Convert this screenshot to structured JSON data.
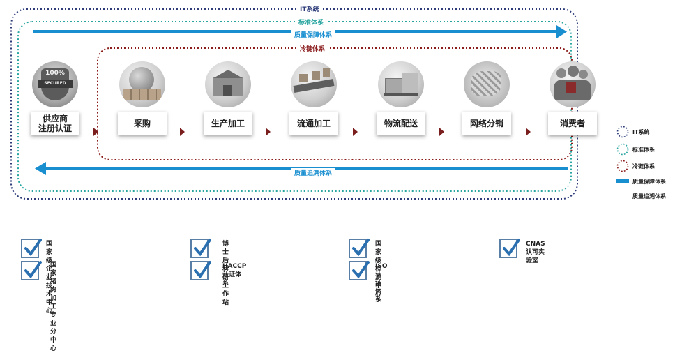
{
  "systems": {
    "it": "IT系统",
    "standard": "标准体系",
    "quality_assurance": "质量保障体系",
    "cold_chain": "冷链体系",
    "quality_trace": "质量追溯体系"
  },
  "stages": [
    {
      "label": "供应商\n注册认证",
      "icon": "secured-badge-icon",
      "badge": "100%\nSECURED"
    },
    {
      "label": "采购",
      "icon": "globe-boxes-icon"
    },
    {
      "label": "生产加工",
      "icon": "factory-icon"
    },
    {
      "label": "流通加工",
      "icon": "conveyor-icon"
    },
    {
      "label": "物流配送",
      "icon": "delivery-boxes-icon"
    },
    {
      "label": "网络分销",
      "icon": "map-network-icon"
    },
    {
      "label": "消费者",
      "icon": "consumer-group-icon"
    }
  ],
  "legend": [
    {
      "label": "IT系统",
      "color": "#2e3d7a",
      "kind": "dotted-circle"
    },
    {
      "label": "标准体系",
      "color": "#2aa6a0",
      "kind": "dotted-circle"
    },
    {
      "label": "冷链体系",
      "color": "#8b1d1d",
      "kind": "dotted-circle"
    },
    {
      "label": "质量保障体系",
      "color": "#1a8fd0",
      "kind": "bar"
    },
    {
      "label": "质量追溯体系",
      "color": "#1a8fd0",
      "kind": "none"
    }
  ],
  "certifications": [
    {
      "label": "国家级企业技术中心"
    },
    {
      "label": "博士后科研工作站"
    },
    {
      "label": "国家级检测中心"
    },
    {
      "label": "CNAS认可实验室"
    },
    {
      "label": "国家猪肉加工专业\n分中心"
    },
    {
      "label": "HACCP认证体系"
    },
    {
      "label": "ISO认证体系"
    }
  ],
  "colors": {
    "it": "#2e3d7a",
    "standard": "#2aa6a0",
    "cold_chain": "#8b1d1d",
    "quality": "#1a8fd0",
    "arrow": "#7a1e1e"
  }
}
